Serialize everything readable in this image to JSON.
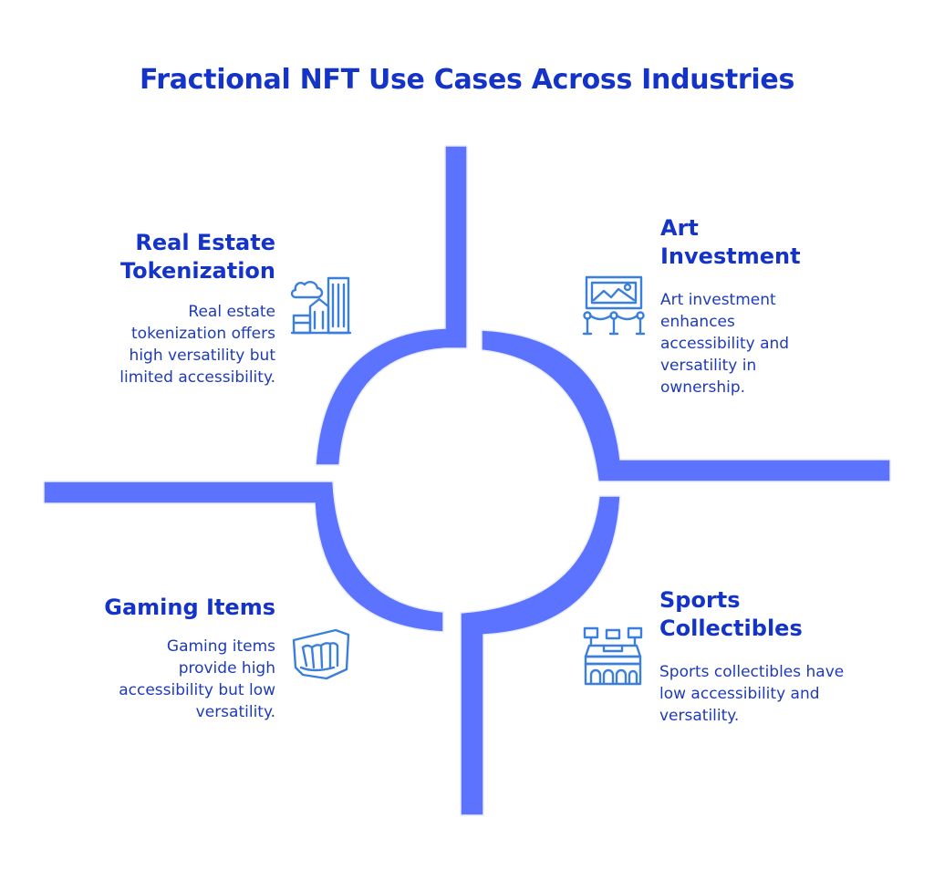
{
  "title": "Fractional NFT Use Cases Across Industries",
  "colors": {
    "accent": "#5b73ff",
    "heading": "#1433c8",
    "text": "#1e3bb8",
    "icon": "#3b7fdc"
  },
  "quadrants": {
    "top_left": {
      "heading_line1": "Real Estate",
      "heading_line2": "Tokenization",
      "desc_lines": [
        "Real estate",
        "tokenization offers",
        "high versatility but",
        "limited accessibility."
      ],
      "icon": "city-buildings-icon"
    },
    "top_right": {
      "heading_line1": "Art",
      "heading_line2": "Investment",
      "desc_lines": [
        "Art investment",
        "enhances",
        "accessibility and",
        "versatility in",
        "ownership."
      ],
      "icon": "art-gallery-icon"
    },
    "bottom_left": {
      "heading_line1": "Gaming Items",
      "desc_lines": [
        "Gaming items",
        "provide high",
        "accessibility but low",
        "versatility."
      ],
      "icon": "gaming-fist-icon"
    },
    "bottom_right": {
      "heading_line1": "Sports",
      "heading_line2": "Collectibles",
      "desc_lines": [
        "Sports collectibles have",
        "low accessibility and",
        "versatility."
      ],
      "icon": "stadium-icon"
    }
  }
}
